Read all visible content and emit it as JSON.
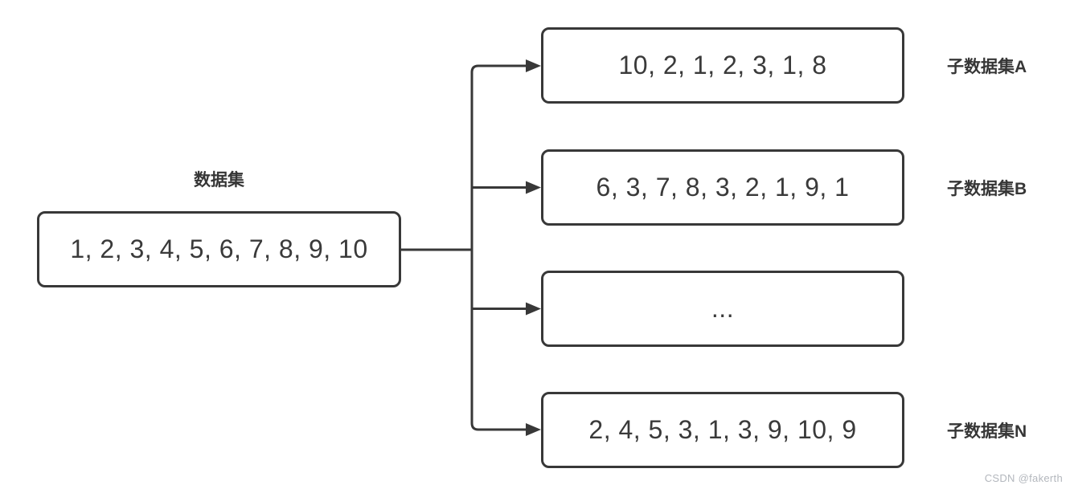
{
  "diagram": {
    "source": {
      "title": "数据集",
      "values": "1, 2, 3, 4, 5, 6, 7, 8, 9, 10"
    },
    "subsets": [
      {
        "values": "10, 2, 1, 2, 3, 1, 8",
        "label": "子数据集A"
      },
      {
        "values": "6, 3, 7, 8, 3, 2, 1, 9, 1",
        "label": "子数据集B"
      },
      {
        "values": "...",
        "label": ""
      },
      {
        "values": "2, 4, 5, 3, 1, 3, 9, 10, 9",
        "label": "子数据集N"
      }
    ],
    "colors": {
      "stroke": "#383838",
      "text": "#3a3a3a",
      "watermark": "#b3b7bd"
    }
  },
  "watermark": "CSDN @fakerth"
}
